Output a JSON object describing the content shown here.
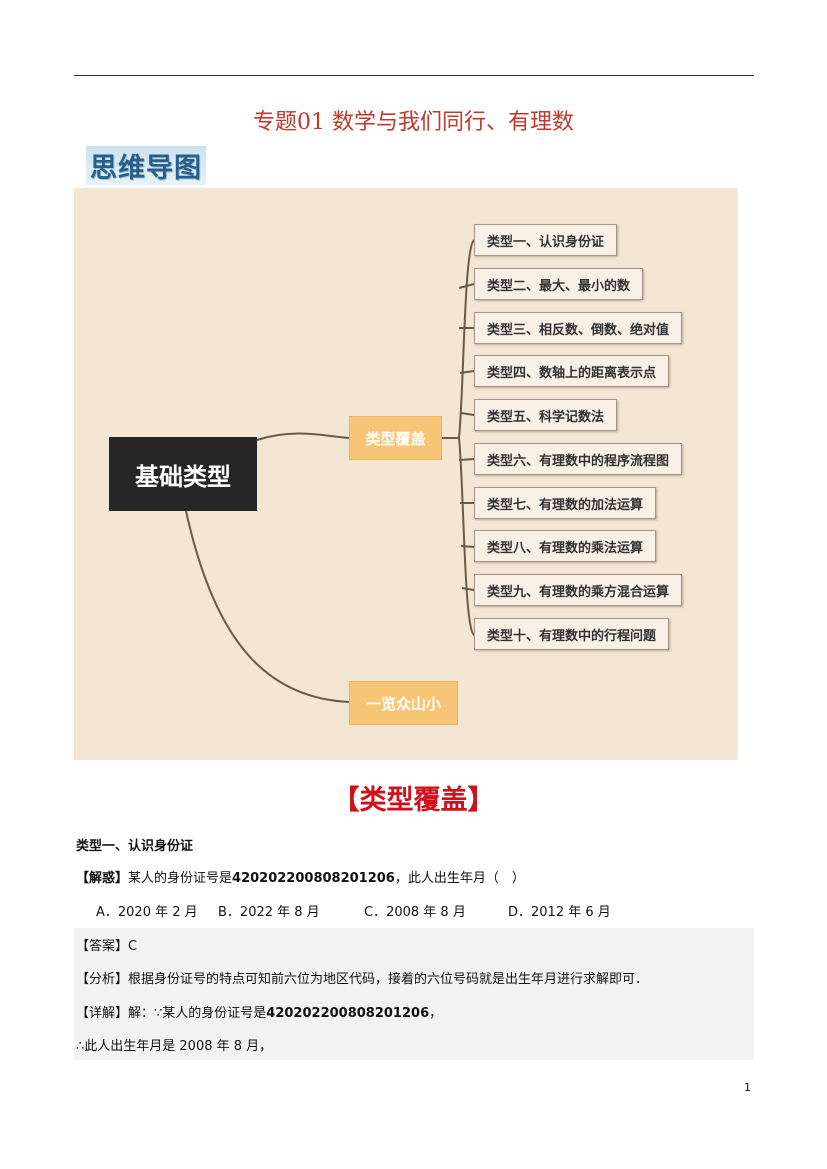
{
  "title": "专题01 数学与我们同行、有理数",
  "logo_text": "思维导图",
  "mindmap": {
    "root": "基础类型",
    "branch1": "类型覆盖",
    "branch2": "一览众山小",
    "items": [
      "类型一、认识身份证",
      "类型二、最大、最小的数",
      "类型三、相反数、倒数、绝对值",
      "类型四、数轴上的距离表示点",
      "类型五、科学记数法",
      "类型六、有理数中的程序流程图",
      "类型七、有理数的加法运算",
      "类型八、有理数的乘法运算",
      "类型九、有理数的乘方混合运算",
      "类型十、有理数中的行程问题"
    ]
  },
  "section_heading": "【类型覆盖】",
  "type_heading": "类型一、认识身份证",
  "question": {
    "tag": "【解惑】",
    "text1": "某人的身份证号是",
    "id": "420202200808201206",
    "text2": "，此人出生年月（　）"
  },
  "options": [
    "A．2020 年 2 月",
    "B．2022 年 8 月",
    "C．2008 年 8 月",
    "D．2012 年 6 月"
  ],
  "answer": {
    "tag": "【答案】",
    "value": "C"
  },
  "analysis": {
    "tag": "【分析】",
    "text": "根据身份证号的特点可知前六位为地区代码，接着的六位号码就是出生年月进行求解即可．"
  },
  "detail": {
    "tag": "【详解】",
    "text1": "解：∵某人的身份证号是",
    "id": "420202200808201206",
    "text2": "，",
    "line2": "∴此人出生年月是 2008 年 8 月，"
  },
  "page_number": "1"
}
